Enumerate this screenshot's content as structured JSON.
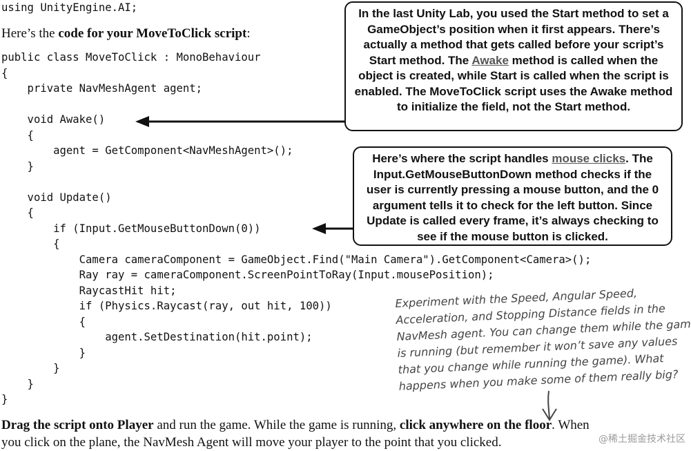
{
  "code_top": [
    "using UnityEngine.AI;"
  ],
  "intro": {
    "before": "Here’s the ",
    "bold": "code for your MoveToClick script",
    "after": ":"
  },
  "code_main": [
    "public class MoveToClick : MonoBehaviour",
    "{",
    "    private NavMeshAgent agent;",
    "",
    "    void Awake()",
    "    {",
    "        agent = GetComponent<NavMeshAgent>();",
    "    }",
    "",
    "    void Update()",
    "    {",
    "        if (Input.GetMouseButtonDown(0))",
    "        {",
    "            Camera cameraComponent = GameObject.Find(\"Main Camera\").GetComponent<Camera>();",
    "            Ray ray = cameraComponent.ScreenPointToRay(Input.mousePosition);",
    "            RaycastHit hit;",
    "            if (Physics.Raycast(ray, out hit, 100))",
    "            {",
    "                agent.SetDestination(hit.point);",
    "            }",
    "        }",
    "    }",
    "}"
  ],
  "callout_awake": {
    "text_before": "In the last Unity Lab, you used the Start method to set a GameObject’s  position when it first appears. There’s actually a method that gets called before your script’s Start method. The ",
    "link": "Awake",
    "text_after": " method is called when the object is created, while Start is called when the script is enabled. The MoveToClick script uses the Awake method to initialize the field, not the Start method."
  },
  "callout_mouse": {
    "text_before": "Here’s where the script handles ",
    "link": "mouse clicks",
    "text_after": ". The Input.GetMouseButtonDown method checks if the user is currently pressing a mouse button, and the 0 argument tells it to check for the left button. Since Update is called every frame, it’s always checking to see if the mouse button is clicked."
  },
  "handwritten_note": [
    "Experiment with the Speed, Angular Speed,",
    "Acceleration, and Stopping Distance fields in the",
    "NavMesh agent. You can change them while the game",
    "is running (but remember it won’t save any values",
    "that you change while running the game). What",
    "happens when you make some of them really big?"
  ],
  "footer": {
    "line1_bold1": "Drag the script onto Player",
    "line1_text1": " and run the game. While the game is running, ",
    "line1_bold2": "click anywhere on the floor",
    "line1_text2": ". When",
    "line2": "you click on the plane, the NavMesh Agent will move your player to the point that you clicked."
  },
  "watermark": "@稀土掘金技术社区"
}
